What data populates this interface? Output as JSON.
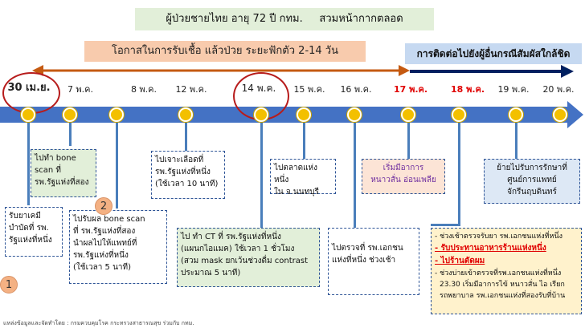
{
  "header": {
    "title": "ผู้ป่วยชายไทย อายุ 72 ปี กทม.     สวมหน้ากากตลอด"
  },
  "bands": {
    "infection": "โอกาสในการรับเชื้อ แล้วป่วย ระยะฟักตัว 2-14 วัน",
    "contact": "การติดต่อไปยังผู้อื่นกรณีสัมผัสใกล้ชิด"
  },
  "colors": {
    "arrow": "#4472c4",
    "node": "#f3c000",
    "red_date": "#e00000",
    "orange_arrow": "#c55a11",
    "navy_arrow": "#002060"
  },
  "dates": [
    "30 เม.ย.",
    "7 พ.ค.",
    "8 พ.ค.",
    "12 พ.ค.",
    "14 พ.ค.",
    "15 พ.ค.",
    "16 พ.ค.",
    "17 พ.ค.",
    "18 พ.ค.",
    "19 พ.ค.",
    "20 พ.ค."
  ],
  "badges": [
    "1",
    "2"
  ],
  "events": {
    "e1": [
      "รับยาเคมี",
      "บำบัดที่ รพ.",
      "รัฐแห่งที่หนึ่ง"
    ],
    "e2": [
      "ไปทำ bone",
      "scan ที่",
      "รพ.รัฐแห่งที่สอง"
    ],
    "e3": [
      "ไปรับผล bone scan",
      "ที่ รพ.รัฐแห่งที่สอง",
      "นำผลไปให้แพทย์ที่",
      "รพ.รัฐแห่งที่หนึ่ง",
      "(ใช้เวลา 5 นาที)"
    ],
    "e4": [
      "ไปเจาะเลือดที่",
      "รพ.รัฐแห่งที่หนึ่ง",
      "(ใช้เวลา 10 นาที)"
    ],
    "e5": [
      "ไป ทำ CT ที่ รพ.รัฐแห่งที่หนึ่ง",
      "(แผนกไอแมค) ใช้เวลา 1 ชั่วโมง",
      "(สวม mask ยกเว้นช่วงดื่ม contrast",
      "ประมาณ 5 นาที)"
    ],
    "e6": [
      "ไปตลาดแห่งหนึ่ง",
      "ใน จ.นนทบุรี"
    ],
    "e7": [
      "ไปตรวจที่ รพ.เอกชน",
      "แห่งที่หนึ่ง ช่วงเช้า"
    ],
    "e8": [
      "เริ่มมีอาการ",
      "หนาวสั่น อ่อนเพลีย"
    ],
    "e9": [
      "ย้ายไปรับการรักษาที่",
      "ศูนย์การแพทย์",
      "จักรีนฤบดินทร์"
    ],
    "e10": {
      "l1": "- ช่วงเช้าตรวจรับยา รพ.เอกชนแห่งที่หนึ่ง",
      "l2": "- รับประทานอาหารร้านแห่งหนึ่ง",
      "l3": "- ไปร้านตัดผม",
      "l4": "- ช่วงบ่ายเข้าตรวจที่รพ.เอกชนแห่งที่หนึ่ง",
      "l5": "23.30 เริ่มมีอาการไข้ หนาวสั่น ไอ เรียก",
      "l6": "รถพยาบาล รพ.เอกชนแห่งที่สองรับที่บ้าน"
    }
  },
  "footer": "แหล่งข้อมูลและจัดทำโดย : กรมควบคุมโรค กระทรวงสาธารณสุข ร่วมกับ กทม."
}
